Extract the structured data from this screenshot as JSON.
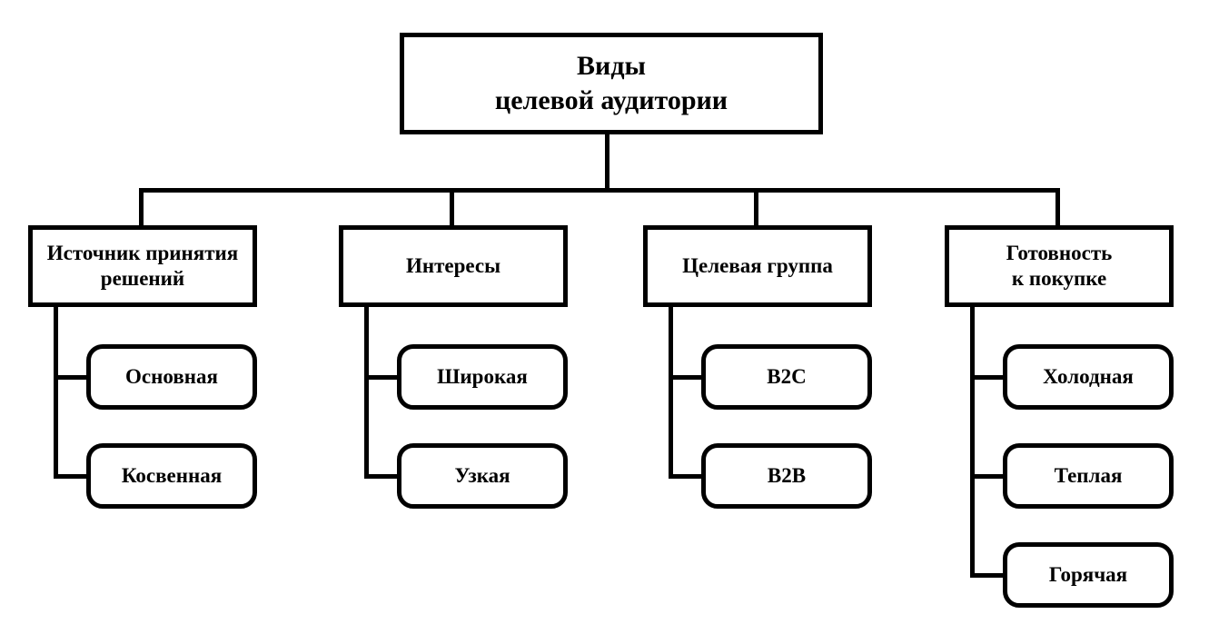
{
  "diagram": {
    "title": "Виды\nцелевой аудитории",
    "colors": {
      "line": "#000000",
      "background": "#ffffff",
      "text": "#000000"
    },
    "branches": [
      {
        "label": "Источник принятия\nрешений",
        "children": [
          "Основная",
          "Косвенная"
        ]
      },
      {
        "label": "Интересы",
        "children": [
          "Широкая",
          "Узкая"
        ]
      },
      {
        "label": "Целевая группа",
        "children": [
          "B2C",
          "B2B"
        ]
      },
      {
        "label": "Готовность\nк покупке",
        "children": [
          "Холодная",
          "Теплая",
          "Горячая"
        ]
      }
    ]
  }
}
